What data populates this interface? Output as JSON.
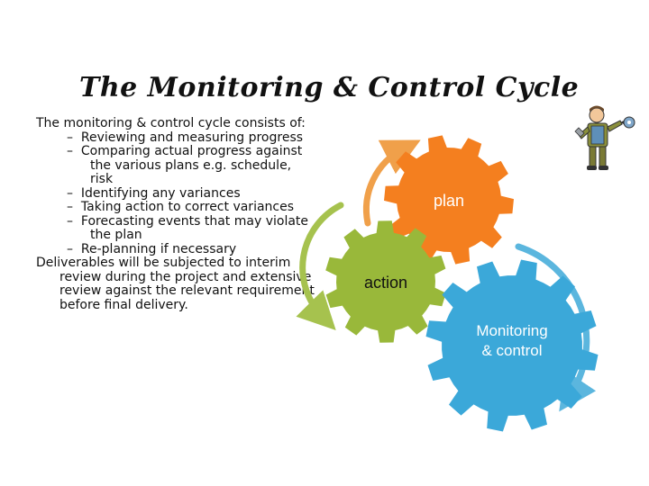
{
  "title": "The Monitoring & Control Cycle",
  "intro": "The monitoring & control cycle consists of:",
  "bullets": [
    "Reviewing and measuring progress",
    "Comparing actual progress against the various plans e.g. schedule, risk",
    "Identifying any variances",
    "Taking action to correct variances",
    "Forecasting events that may violate the plan",
    "Re-planning if necessary"
  ],
  "closing": "Deliverables will be subjected to interim review during the project and extensive review against the relevant requirement before final delivery.",
  "bullet_marker": "–",
  "cycle": {
    "plan": "plan",
    "action": "action",
    "monitoring_line1": "Monitoring",
    "monitoring_line2": "& control"
  },
  "colors": {
    "plan_gear": "#f47f1f",
    "action_gear": "#99b83a",
    "monitoring_gear": "#3ba8d9",
    "plan_arrow": "#f0a04a",
    "action_arrow": "#a6c24e",
    "monitoring_arrow": "#5bb6de"
  },
  "clipart": "mechanic-with-wrench-icon"
}
